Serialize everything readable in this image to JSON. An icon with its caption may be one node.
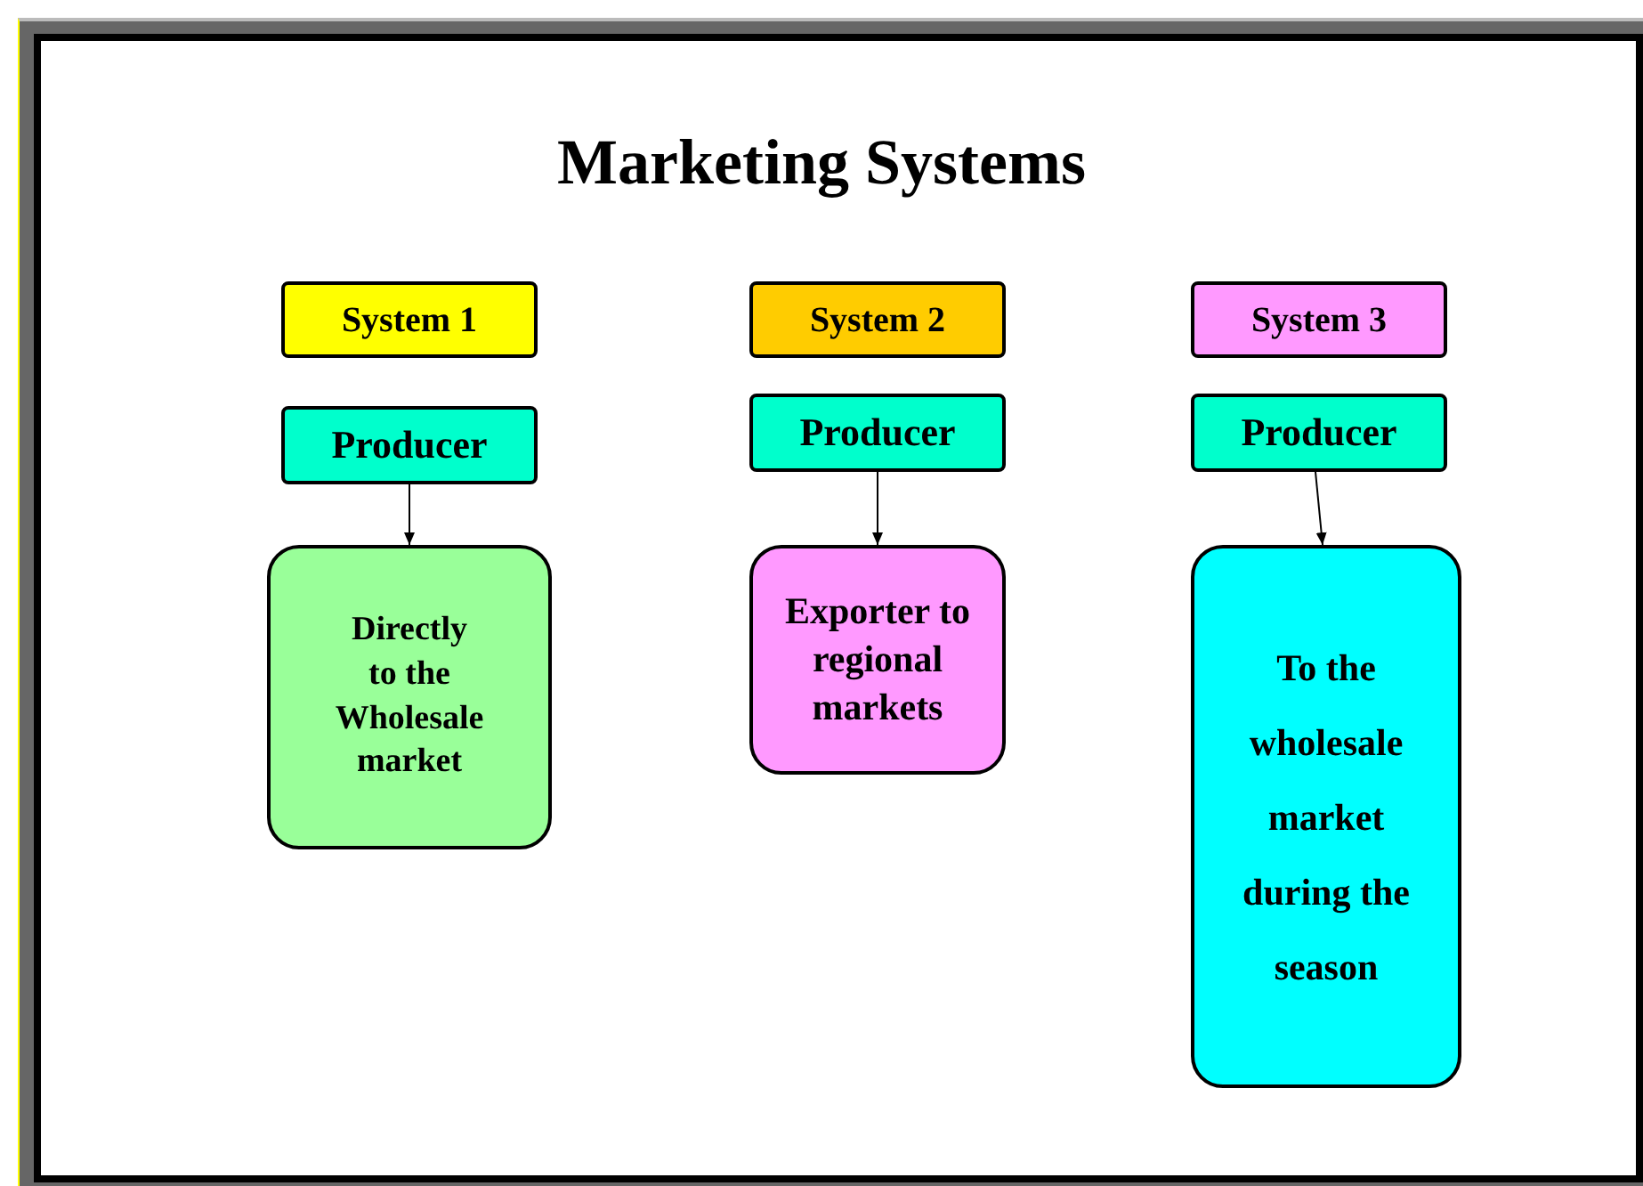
{
  "diagram": {
    "title": "Marketing Systems",
    "nodes": [
      {
        "text": [
          "System 1"
        ]
      },
      {
        "text": [
          "Producer"
        ]
      },
      {
        "text": [
          "Directly to the Wholesale market"
        ]
      },
      {
        "text": [
          "System 2"
        ]
      },
      {
        "text": [
          "Producer"
        ]
      },
      {
        "text": [
          "Exporter to regional markets"
        ]
      },
      {
        "text": [
          "System 3"
        ]
      },
      {
        "text": [
          "Producer"
        ]
      },
      {
        "text": [
          "To the wholesale market during the season"
        ]
      }
    ],
    "edges": [
      {
        "from": 1,
        "to": 2,
        "arrow": "to"
      },
      {
        "from": 4,
        "to": 5,
        "arrow": "to"
      },
      {
        "from": 7,
        "to": 8,
        "arrow": "to"
      }
    ]
  }
}
